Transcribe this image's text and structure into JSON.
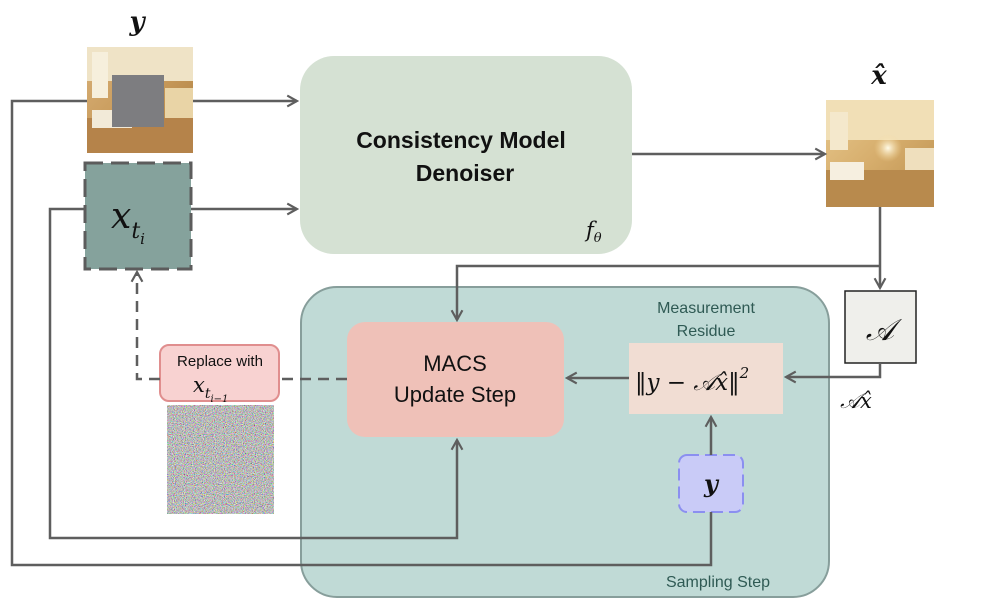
{
  "labels": {
    "y_top": "y",
    "x_hat": "x̂",
    "denoiser_line1": "Consistency Model",
    "denoiser_line2": "Denoiser",
    "f_theta_f": "f",
    "f_theta_sub": "θ",
    "x_t_main": "x",
    "x_t_sub": "t",
    "x_t_subsub": "i",
    "operator": "𝒜",
    "a_xhat": "𝒜x̂",
    "measurement_line1": "Measurement",
    "measurement_line2": "Residue",
    "residue_formula": "‖y − 𝒜x̂‖",
    "residue_exp": "2",
    "macs_line1": "MACS",
    "macs_line2": "Update Step",
    "replace_line1": "Replace with",
    "replace_x": "x",
    "replace_sub": "t",
    "replace_subsub": "i−1",
    "y_box": "y",
    "sampling_step": "Sampling Step"
  },
  "images": {
    "y_image": "bedroom photo with grey masked square",
    "x_hat_image": "reconstructed bedroom photo",
    "noise_image": "random color noise"
  },
  "colors": {
    "denoiser_fill": "#d5e1d3",
    "sampling_fill": "#c0dad6",
    "sampling_stroke": "#879e9b",
    "x_t_fill": "#85a29c",
    "macs_fill": "#efc1b8",
    "residue_fill": "#f1ddd3",
    "replace_fill": "#f8d2d1",
    "replace_stroke": "#e08e8e",
    "y_box_fill": "#c9cbf7",
    "y_box_stroke": "#8b8ff0",
    "operator_fill": "#efefeb",
    "arrow": "#5e5e5e"
  }
}
